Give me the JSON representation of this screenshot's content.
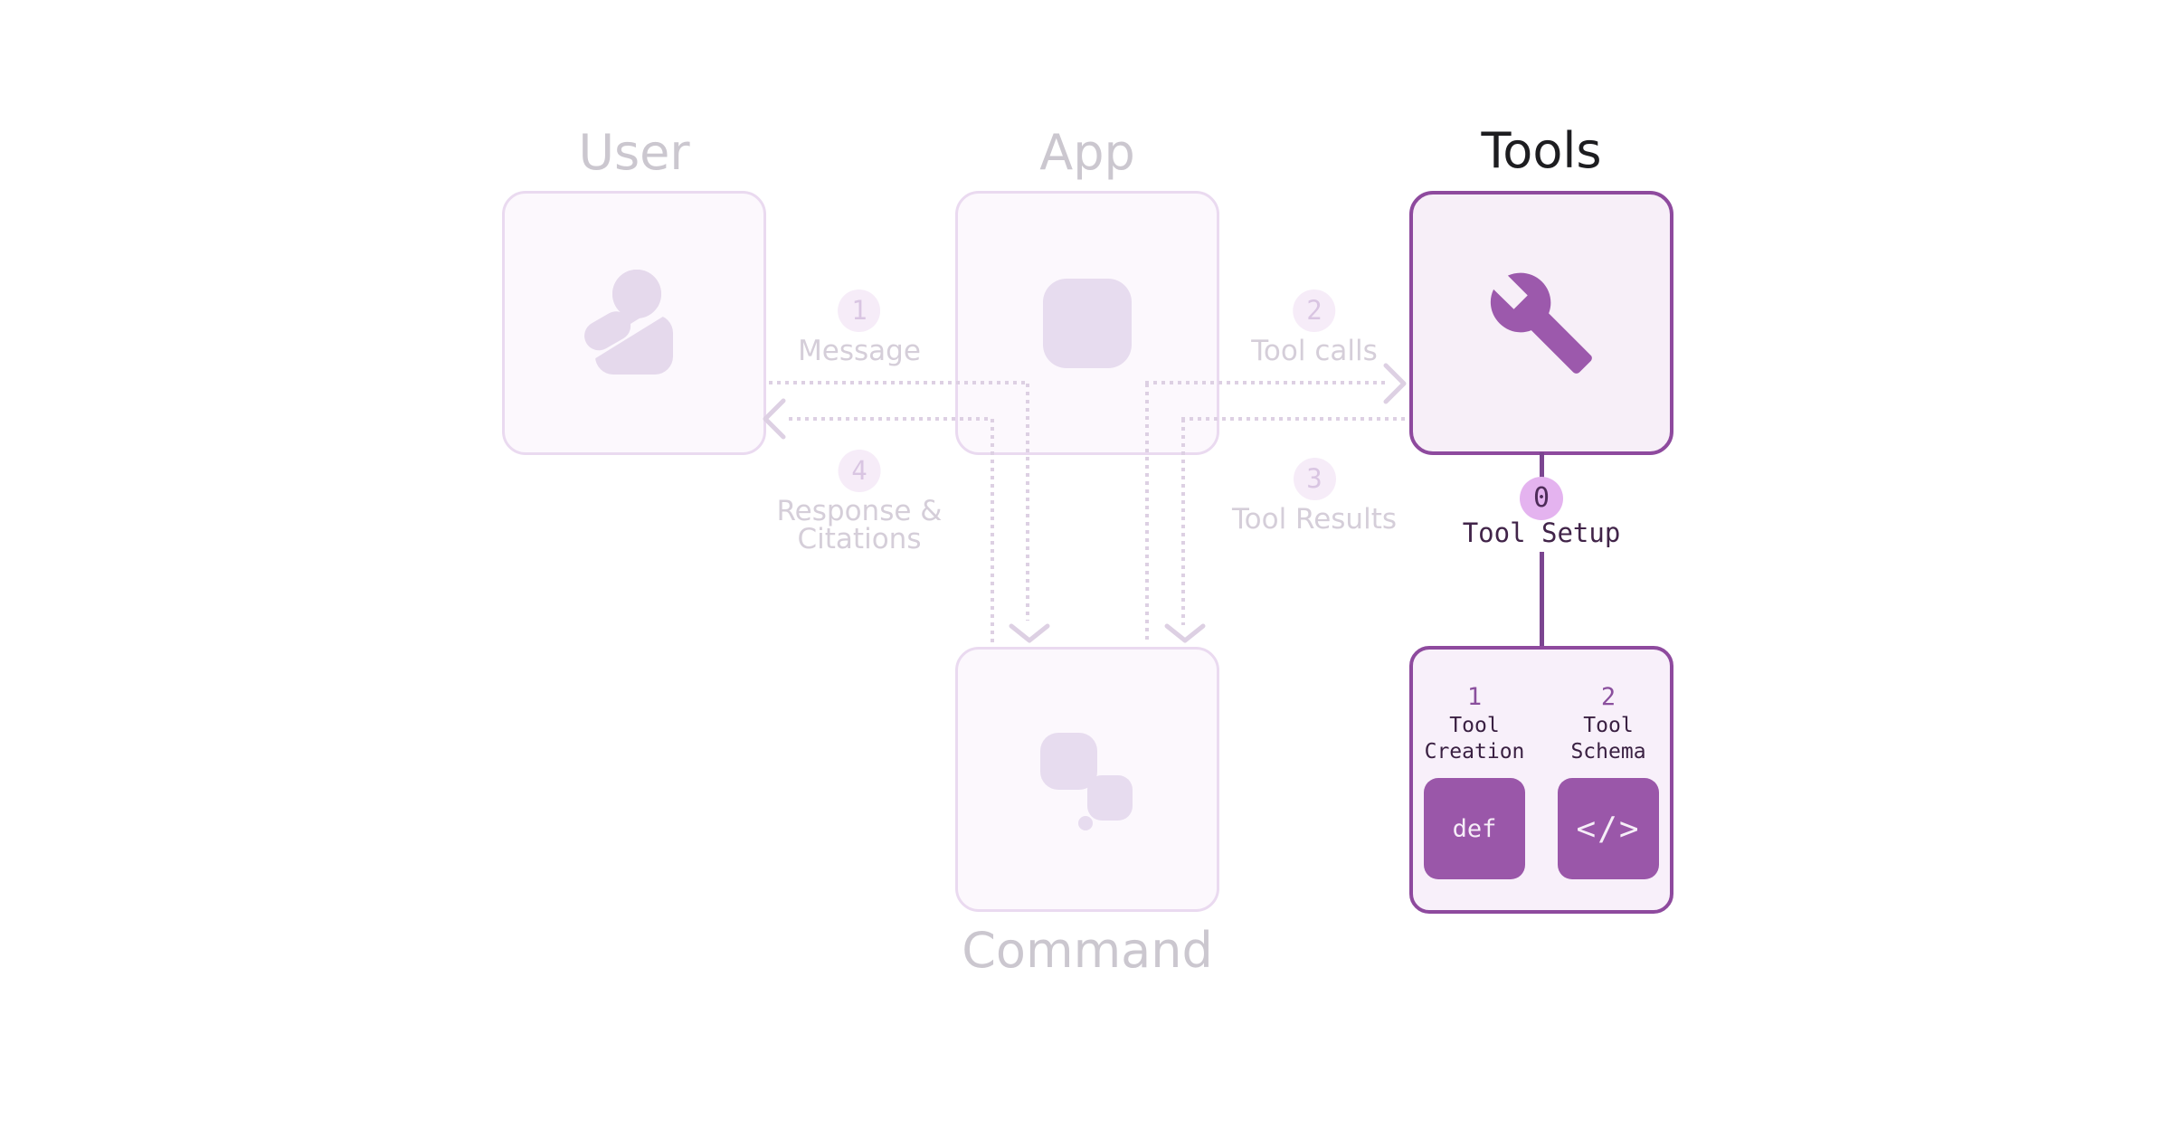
{
  "columns": {
    "user": {
      "title": "User"
    },
    "app": {
      "title": "App"
    },
    "tools": {
      "title": "Tools"
    },
    "command": {
      "title": "Command"
    }
  },
  "flows": {
    "message": {
      "num": "1",
      "label": "Message"
    },
    "tool_calls": {
      "num": "2",
      "label": "Tool calls"
    },
    "tool_results": {
      "num": "3",
      "label": "Tool Results"
    },
    "response": {
      "num": "4",
      "line1": "Response &",
      "line2": "Citations"
    }
  },
  "tool_setup": {
    "num": "0",
    "label": "Tool Setup",
    "steps": [
      {
        "num": "1",
        "title_line1": "Tool",
        "title_line2": "Creation",
        "glyph": "def"
      },
      {
        "num": "2",
        "title_line1": "Tool",
        "title_line2": "Schema",
        "glyph": "</>"
      }
    ]
  },
  "icons": {
    "user": "person-icon",
    "app": "app-icon",
    "tools": "wrench-icon",
    "command": "blocks-icon",
    "tool_schema": "code-icon"
  },
  "colors": {
    "accent_purple": "#9a57a9",
    "accent_border": "#8e4a9e",
    "wrench": "#9c59ac",
    "connector_line": "#7b4590",
    "setup_badge_bg": "#e4b3ef",
    "setup_badge_text": "#4e2c59",
    "dark_purple_text": "#3a2042",
    "active_title": "#1d1d20",
    "active_box_fill": "#f7eff8",
    "button_text": "#f6eef8",
    "faded_title": "#cbc7cf",
    "faded_label": "#d5ced9",
    "faded_line": "#ddd0e3",
    "faded_box_border": "#eadaf0",
    "faded_box_fill": "#fcf8fd",
    "faded_icon": "#e5d9ec",
    "background": "#ffffff"
  }
}
